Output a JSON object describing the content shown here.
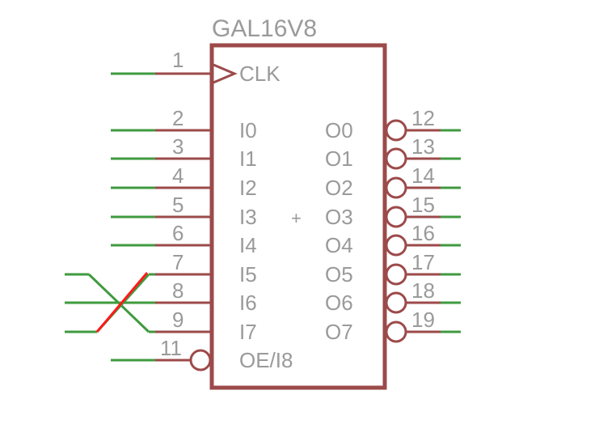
{
  "part_name": "GAL16V8",
  "colors": {
    "body": "#9c4a4a",
    "pin": "#9c4a4a",
    "wire": "#3f9a3f",
    "label": "#9a9a9a",
    "cross": "#ff1a1a",
    "background": "#ffffff"
  },
  "clock_pin": {
    "number": "1",
    "name": "CLK"
  },
  "inputs": [
    {
      "number": "2",
      "name": "I0"
    },
    {
      "number": "3",
      "name": "I1"
    },
    {
      "number": "4",
      "name": "I2"
    },
    {
      "number": "5",
      "name": "I3"
    },
    {
      "number": "6",
      "name": "I4"
    },
    {
      "number": "7",
      "name": "I5"
    },
    {
      "number": "8",
      "name": "I6"
    },
    {
      "number": "9",
      "name": "I7"
    }
  ],
  "oe_pin": {
    "number": "11",
    "name": "OE/I8"
  },
  "outputs": [
    {
      "number": "12",
      "name": "O0"
    },
    {
      "number": "13",
      "name": "O1"
    },
    {
      "number": "14",
      "name": "O2"
    },
    {
      "number": "15",
      "name": "O3"
    },
    {
      "number": "16",
      "name": "O4"
    },
    {
      "number": "17",
      "name": "O5"
    },
    {
      "number": "18",
      "name": "O6"
    },
    {
      "number": "19",
      "name": "O7"
    }
  ],
  "origin_mark": "+"
}
